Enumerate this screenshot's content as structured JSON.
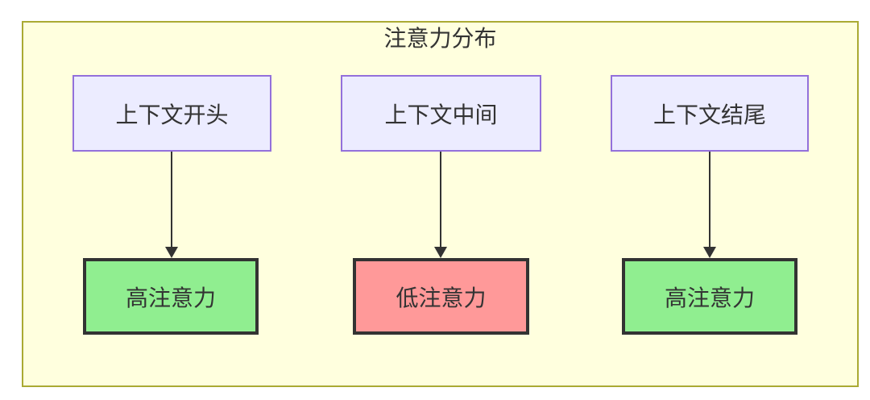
{
  "diagram": {
    "title": "注意力分布",
    "columns": [
      {
        "source": "上下文开头",
        "target": "高注意力",
        "attention": "high"
      },
      {
        "source": "上下文中间",
        "target": "低注意力",
        "attention": "low"
      },
      {
        "source": "上下文结尾",
        "target": "高注意力",
        "attention": "high"
      }
    ]
  },
  "colors": {
    "container-bg": "#ffffde",
    "container-border": "#aaaa33",
    "node-bg": "#ececff",
    "node-border": "#9370db",
    "high-bg": "#90ee90",
    "low-bg": "#ff9999",
    "strong-border": "#333333",
    "arrow": "#333333",
    "text": "#333333"
  }
}
